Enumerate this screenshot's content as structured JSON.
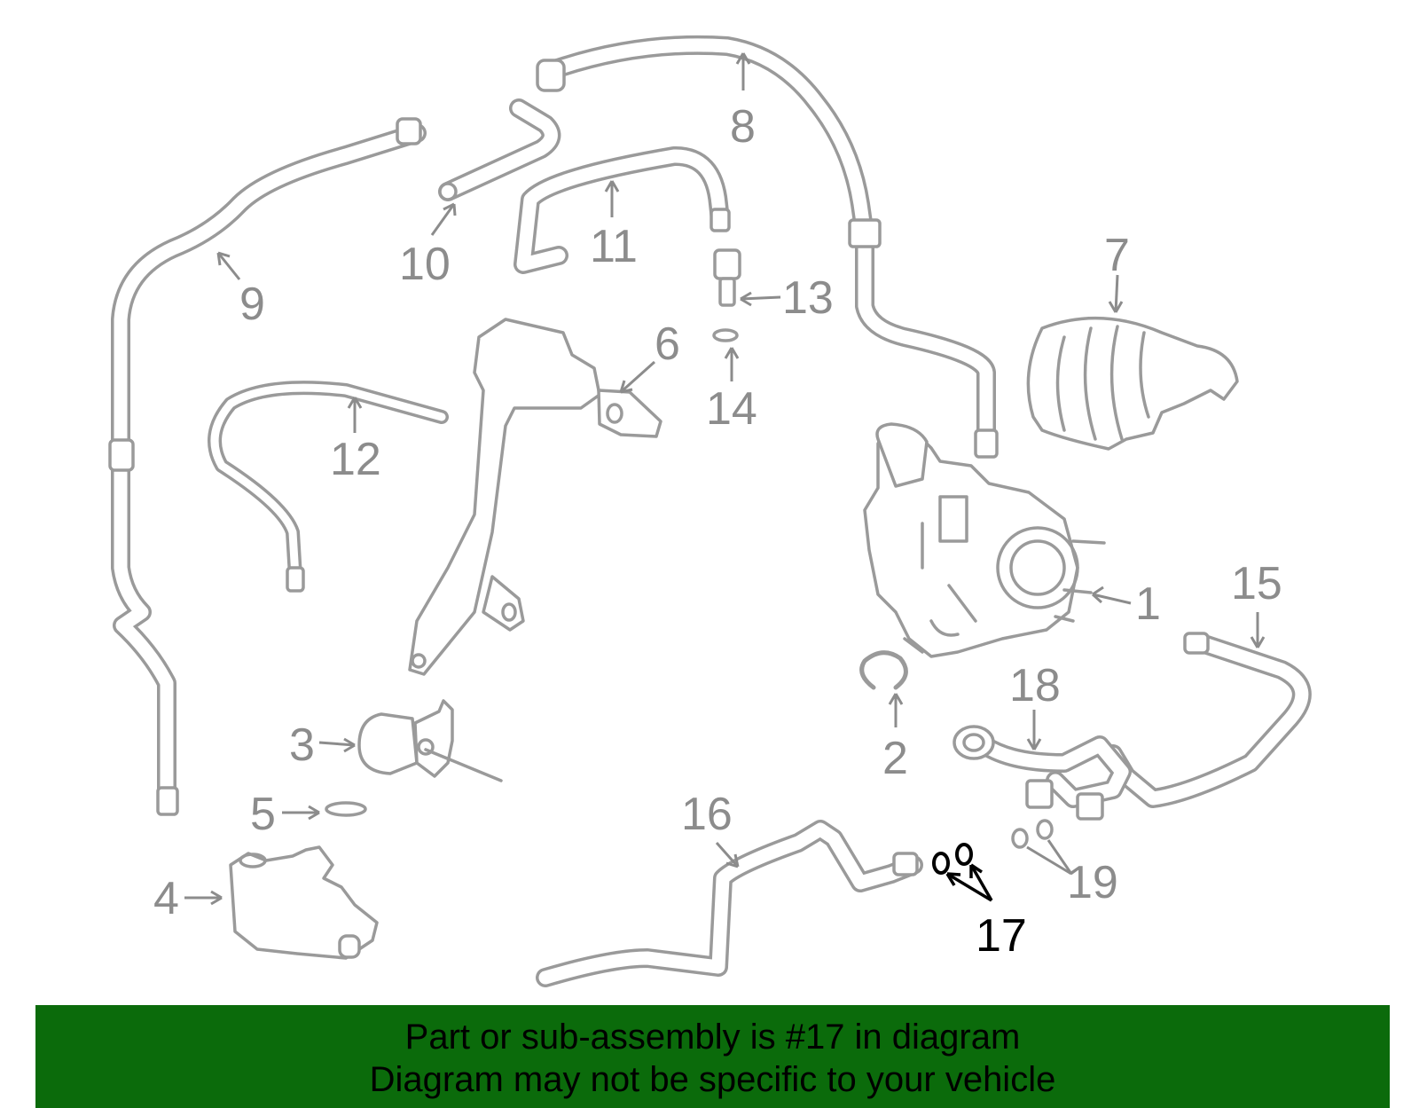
{
  "highlighted_part": "17",
  "callouts": [
    {
      "id": "c1",
      "label": "1"
    },
    {
      "id": "c2",
      "label": "2"
    },
    {
      "id": "c3",
      "label": "3"
    },
    {
      "id": "c4",
      "label": "4"
    },
    {
      "id": "c5",
      "label": "5"
    },
    {
      "id": "c6",
      "label": "6"
    },
    {
      "id": "c7",
      "label": "7"
    },
    {
      "id": "c8",
      "label": "8"
    },
    {
      "id": "c9",
      "label": "9"
    },
    {
      "id": "c10",
      "label": "10"
    },
    {
      "id": "c11",
      "label": "11"
    },
    {
      "id": "c12",
      "label": "12"
    },
    {
      "id": "c13",
      "label": "13"
    },
    {
      "id": "c14",
      "label": "14"
    },
    {
      "id": "c15",
      "label": "15"
    },
    {
      "id": "c16",
      "label": "16"
    },
    {
      "id": "c17",
      "label": "17"
    },
    {
      "id": "c18",
      "label": "18"
    },
    {
      "id": "c19",
      "label": "19"
    }
  ],
  "banner": {
    "line1": "Part or sub-assembly is #17 in diagram",
    "line2": "Diagram may not be specific to your vehicle",
    "background": "#0b6b0b"
  },
  "colors": {
    "part_stroke": "#9a9a9a",
    "highlight": "#000000"
  }
}
